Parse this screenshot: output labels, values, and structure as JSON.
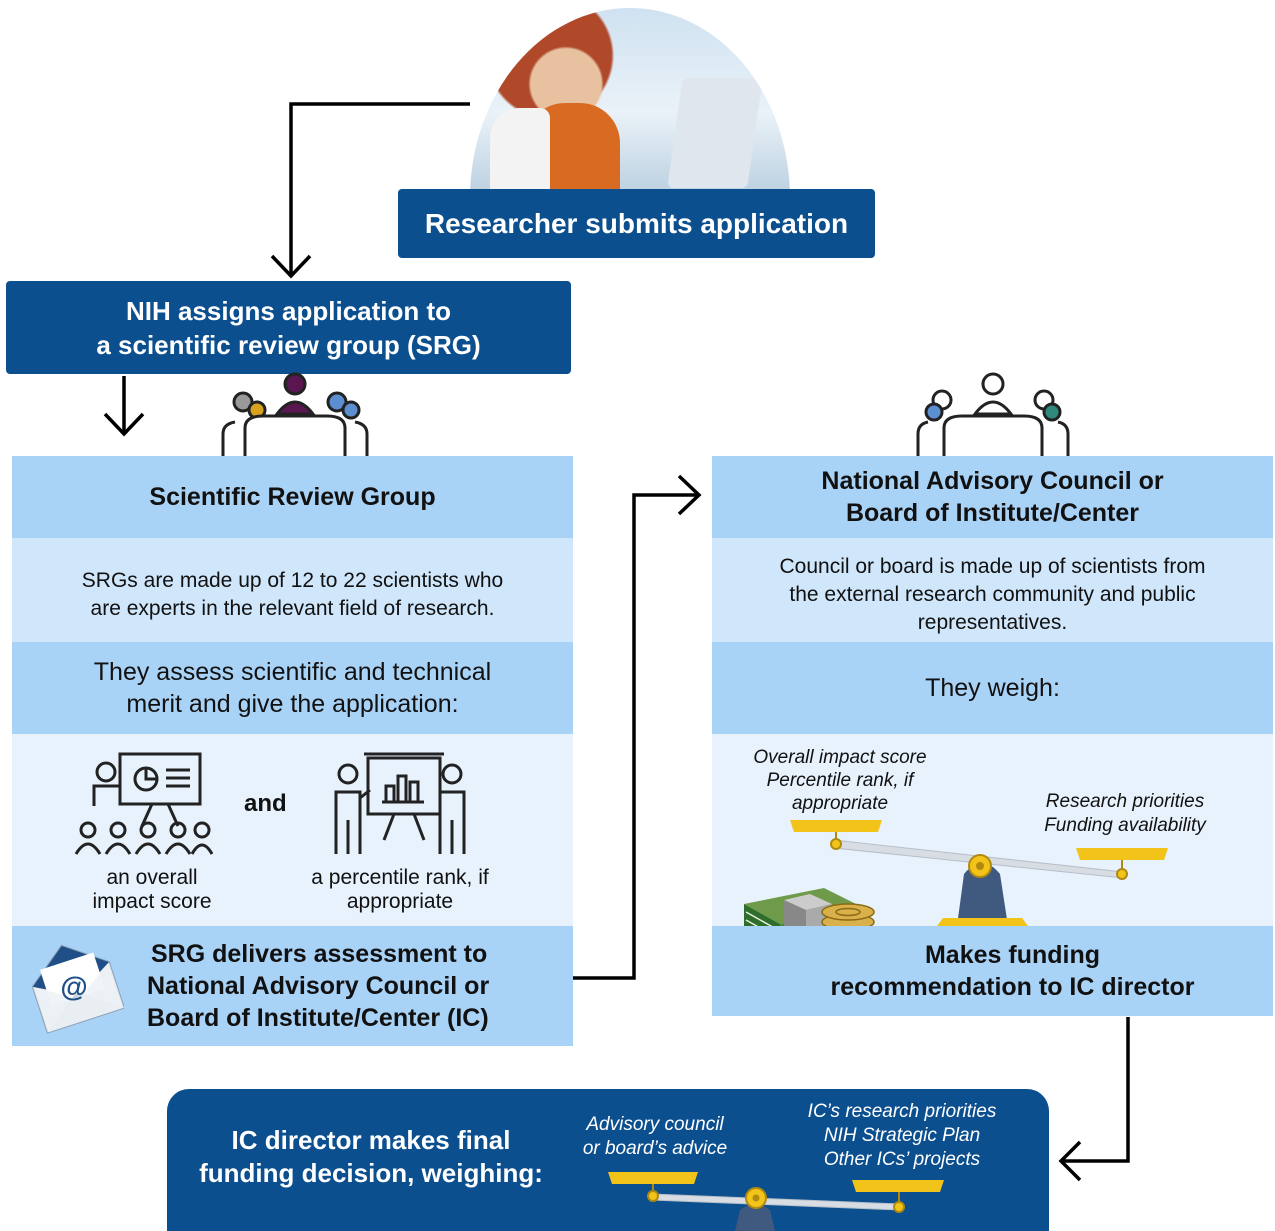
{
  "researcher": {
    "label": "Researcher submits application"
  },
  "nih_assign": {
    "line1": "NIH assigns application to",
    "line2": "a scientific review group (SRG)"
  },
  "srg": {
    "title": "Scientific Review Group",
    "desc_line1": "SRGs are made up of 12 to 22 scientists who",
    "desc_line2": "are experts in the relevant field of research.",
    "assess_line1": "They assess scientific and technical",
    "assess_line2": "merit and give the application:",
    "and_label": "and",
    "score_line1": "an overall",
    "score_line2": "impact score",
    "rank_line1": "a percentile rank, if",
    "rank_line2": "appropriate",
    "deliver_line1": "SRG delivers assessment to",
    "deliver_line2": "National Advisory Council or",
    "deliver_line3": "Board of Institute/Center (IC)",
    "envelope_symbol": "@"
  },
  "council": {
    "title_line1": "National Advisory Council or",
    "title_line2": "Board of Institute/Center",
    "desc_line1": "Council or board is made up of scientists from",
    "desc_line2": "the external research community and public",
    "desc_line3": "representatives.",
    "weigh_label": "They weigh:",
    "left_pan_line1": "Overall impact score",
    "left_pan_line2": "Percentile rank, if",
    "left_pan_line3": "appropriate",
    "right_pan_line1": "Research priorities",
    "right_pan_line2": "Funding availability",
    "recommend_line1": "Makes funding",
    "recommend_line2": "recommendation to IC director"
  },
  "director": {
    "line1": "IC director makes final",
    "line2": "funding decision, weighing:",
    "left_pan_line1": "Advisory council",
    "left_pan_line2": "or board’s advice",
    "right_pan_line1": "IC’s research priorities",
    "right_pan_line2": "NIH Strategic Plan",
    "right_pan_line3": "Other ICs’ projects"
  },
  "colors": {
    "dark_blue": "#0b4f8f",
    "light_blue_header": "#a9d2f7",
    "light_blue_mid": "#cfe6fb",
    "light_blue_soft": "#e7f2fd",
    "scale_gold": "#f2c318",
    "scale_base": "#3f5a7e"
  },
  "icons": [
    "researcher-photo",
    "meeting-table-icon",
    "presentation-icon",
    "chart-presentation-icon",
    "envelope-icon",
    "scale-icon",
    "money-icon",
    "arrow-icon"
  ]
}
